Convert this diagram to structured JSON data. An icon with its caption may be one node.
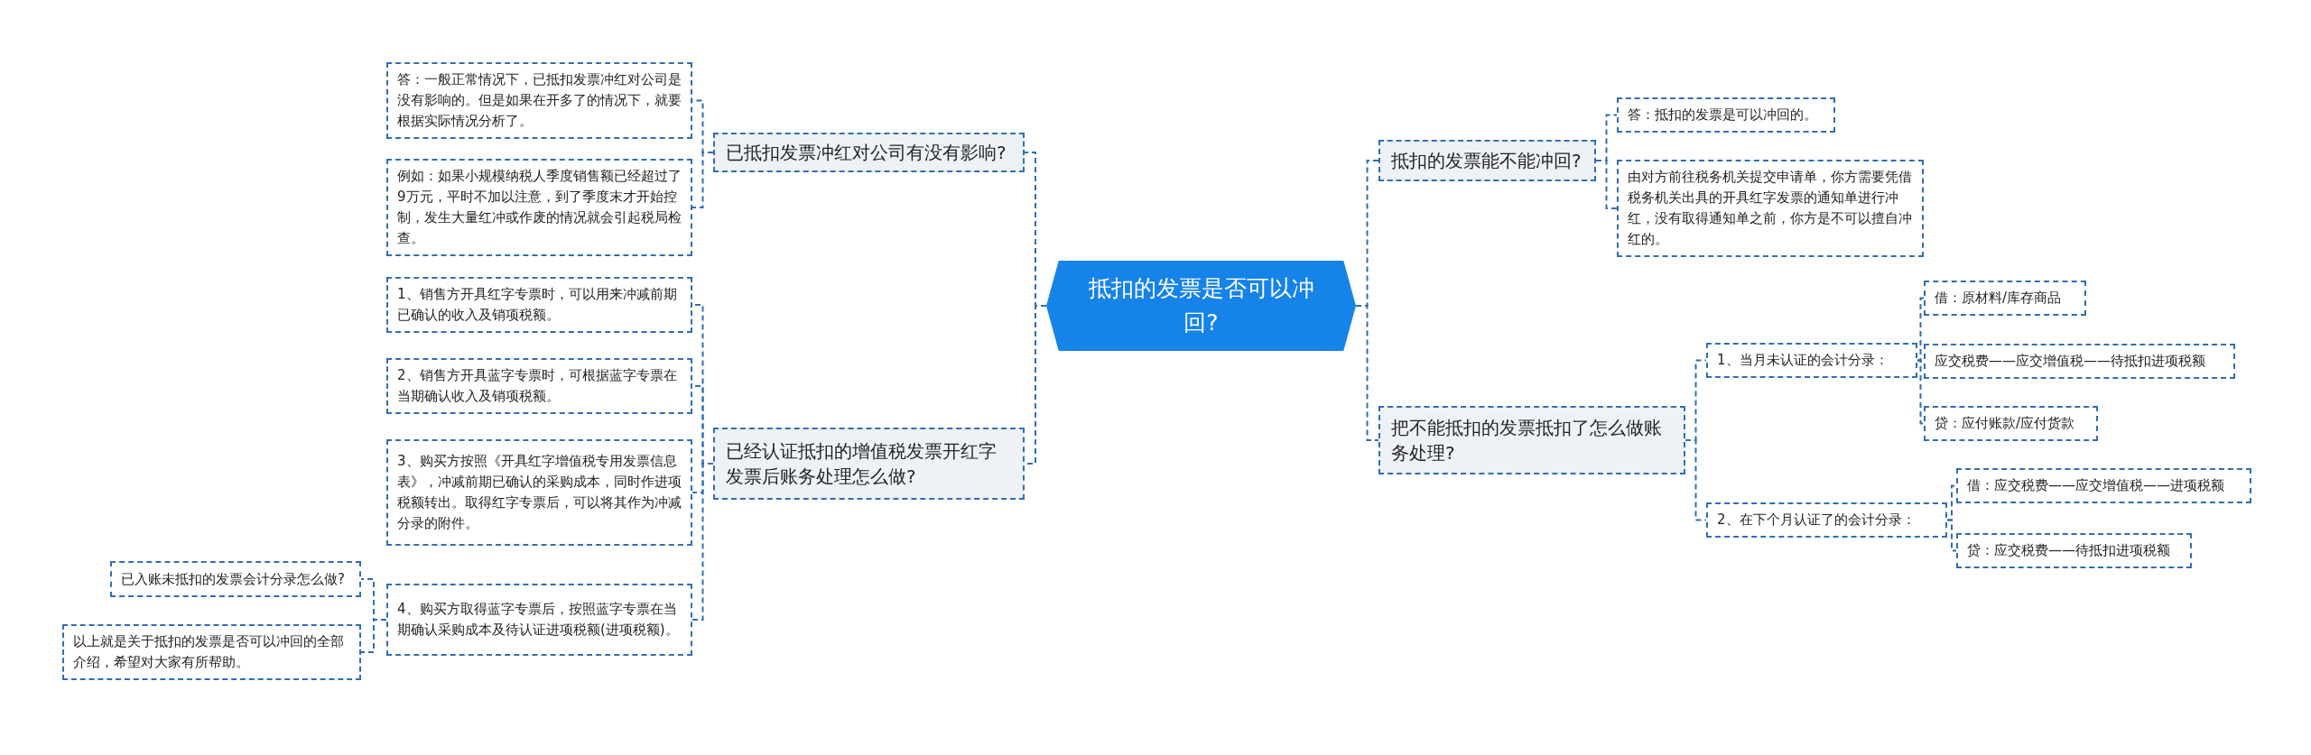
{
  "diagram": {
    "nodes": [
      {
        "text": [
          "抵扣的发票是否可以冲回?"
        ]
      },
      {
        "text": [
          "已抵扣发票冲红对公司有没有影响?"
        ]
      },
      {
        "text": [
          "答：一般正常情况下，已抵扣发票冲红对公司是没有影响的。但是如果在开多了的情况下，就要根据实际情况分析了。"
        ]
      },
      {
        "text": [
          "例如：如果小规模纳税人季度销售额已经超过了9万元，平时不加以注意，到了季度末才开始控制，发生大量红冲或作废的情况就会引起税局检查。"
        ]
      },
      {
        "text": [
          "已经认证抵扣的增值税发票开红字发票后账务处理怎么做?"
        ]
      },
      {
        "text": [
          "1、销售方开具红字专票时，可以用来冲减前期已确认的收入及销项税额。"
        ]
      },
      {
        "text": [
          "2、销售方开具蓝字专票时，可根据蓝字专票在当期确认收入及销项税额。"
        ]
      },
      {
        "text": [
          "3、购买方按照《开具红字增值税专用发票信息表》，冲减前期已确认的采购成本，同时作进项税额转出。取得红字专票后，可以将其作为冲减分录的附件。"
        ]
      },
      {
        "text": [
          "4、购买方取得蓝字专票后，按照蓝字专票在当期确认采购成本及待认证进项税额(进项税额)。"
        ]
      },
      {
        "text": [
          "已入账未抵扣的发票会计分录怎么做?"
        ]
      },
      {
        "text": [
          "以上就是关于抵扣的发票是否可以冲回的全部介绍，希望对大家有所帮助。"
        ]
      },
      {
        "text": [
          "抵扣的发票能不能冲回?"
        ]
      },
      {
        "text": [
          "答：抵扣的发票是可以冲回的。"
        ]
      },
      {
        "text": [
          "由对方前往税务机关提交申请单，你方需要凭借税务机关出具的开具红字发票的通知单进行冲红，没有取得通知单之前，你方是不可以擅自冲红的。"
        ]
      },
      {
        "text": [
          "把不能抵扣的发票抵扣了怎么做账务处理?"
        ]
      },
      {
        "text": [
          "1、当月未认证的会计分录："
        ]
      },
      {
        "text": [
          "借：原材料/库存商品"
        ]
      },
      {
        "text": [
          "应交税费——应交增值税——待抵扣进项税额"
        ]
      },
      {
        "text": [
          "贷：应付账款/应付货款"
        ]
      },
      {
        "text": [
          "2、在下个月认证了的会计分录："
        ]
      },
      {
        "text": [
          "借：应交税费——应交增值税——进项税额"
        ]
      },
      {
        "text": [
          "贷：应交税费——待抵扣进项税额"
        ]
      }
    ],
    "edges": [
      {
        "from": 0,
        "to": 1,
        "arrow": "none"
      },
      {
        "from": 1,
        "to": 2,
        "arrow": "none"
      },
      {
        "from": 1,
        "to": 3,
        "arrow": "none"
      },
      {
        "from": 0,
        "to": 4,
        "arrow": "none"
      },
      {
        "from": 4,
        "to": 5,
        "arrow": "none"
      },
      {
        "from": 4,
        "to": 6,
        "arrow": "none"
      },
      {
        "from": 4,
        "to": 7,
        "arrow": "none"
      },
      {
        "from": 4,
        "to": 8,
        "arrow": "none"
      },
      {
        "from": 8,
        "to": 9,
        "arrow": "none"
      },
      {
        "from": 8,
        "to": 10,
        "arrow": "none"
      },
      {
        "from": 0,
        "to": 11,
        "arrow": "none"
      },
      {
        "from": 11,
        "to": 12,
        "arrow": "none"
      },
      {
        "from": 11,
        "to": 13,
        "arrow": "none"
      },
      {
        "from": 0,
        "to": 14,
        "arrow": "none"
      },
      {
        "from": 14,
        "to": 15,
        "arrow": "none"
      },
      {
        "from": 15,
        "to": 16,
        "arrow": "none"
      },
      {
        "from": 15,
        "to": 17,
        "arrow": "none"
      },
      {
        "from": 15,
        "to": 18,
        "arrow": "none"
      },
      {
        "from": 14,
        "to": 19,
        "arrow": "none"
      },
      {
        "from": 19,
        "to": 20,
        "arrow": "none"
      },
      {
        "from": 19,
        "to": 21,
        "arrow": "none"
      }
    ]
  }
}
